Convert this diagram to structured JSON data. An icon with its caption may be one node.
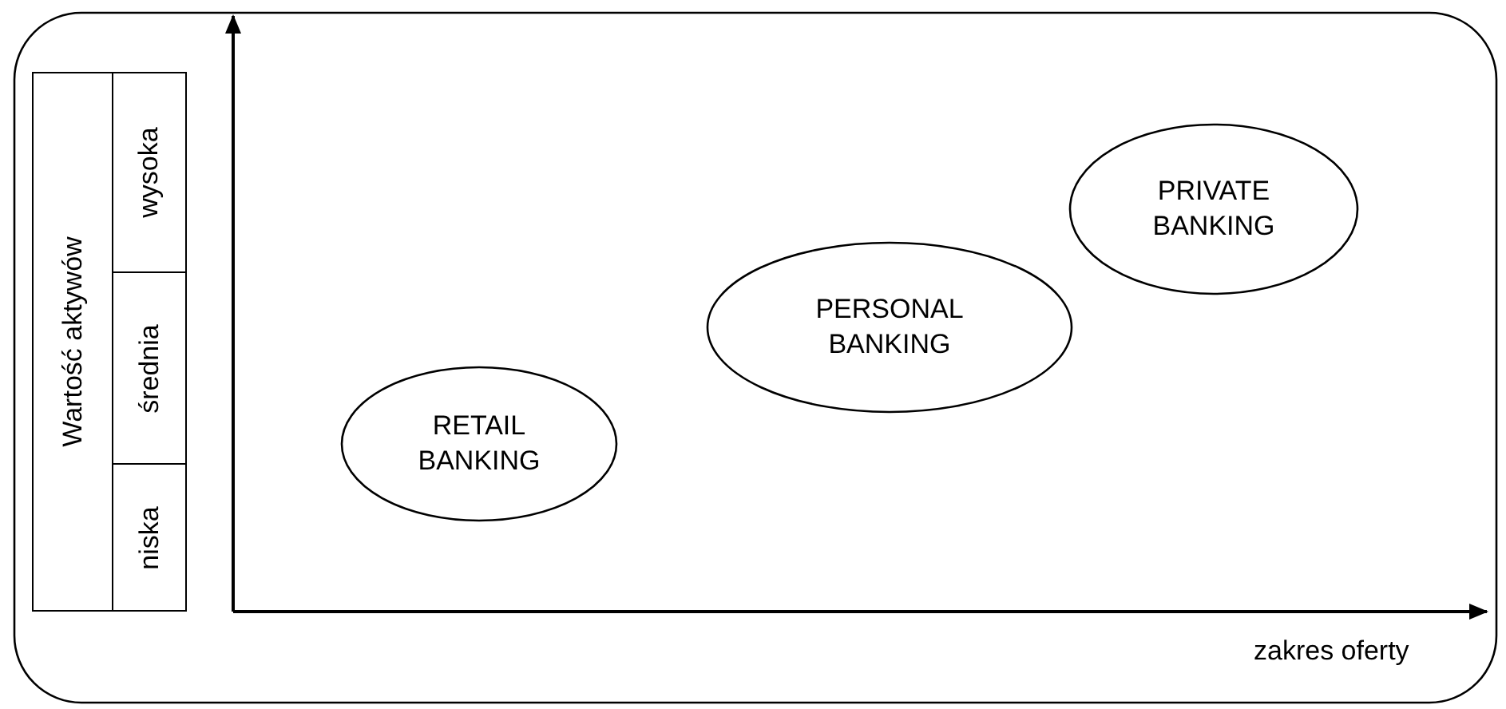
{
  "diagram": {
    "nodes": [
      {
        "text": [
          "RETAIL BANKING"
        ]
      },
      {
        "text": [
          "PERSONAL BANKING"
        ]
      },
      {
        "text": [
          "PRIVATE BANKING"
        ]
      }
    ],
    "edges": [],
    "labels": [
      "Wartość aktywów",
      "wysoka",
      "średnia",
      "niska",
      "zakres oferty"
    ]
  }
}
